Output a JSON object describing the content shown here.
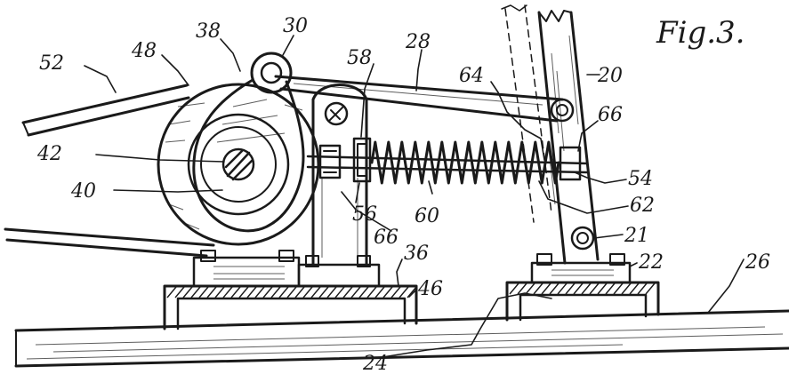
{
  "figure_title": "Fig.3.",
  "labels": {
    "l20": "20",
    "l21": "21",
    "l22": "22",
    "l24": "24",
    "l26": "26",
    "l28": "28",
    "l30": "30",
    "l36": "36",
    "l38": "38",
    "l40": "40",
    "l42": "42",
    "l46": "46",
    "l48": "48",
    "l52": "52",
    "l54": "54",
    "l56": "56",
    "l58": "58",
    "l60": "60",
    "l62": "62",
    "l64": "64",
    "l66a": "66",
    "l66b": "66"
  }
}
